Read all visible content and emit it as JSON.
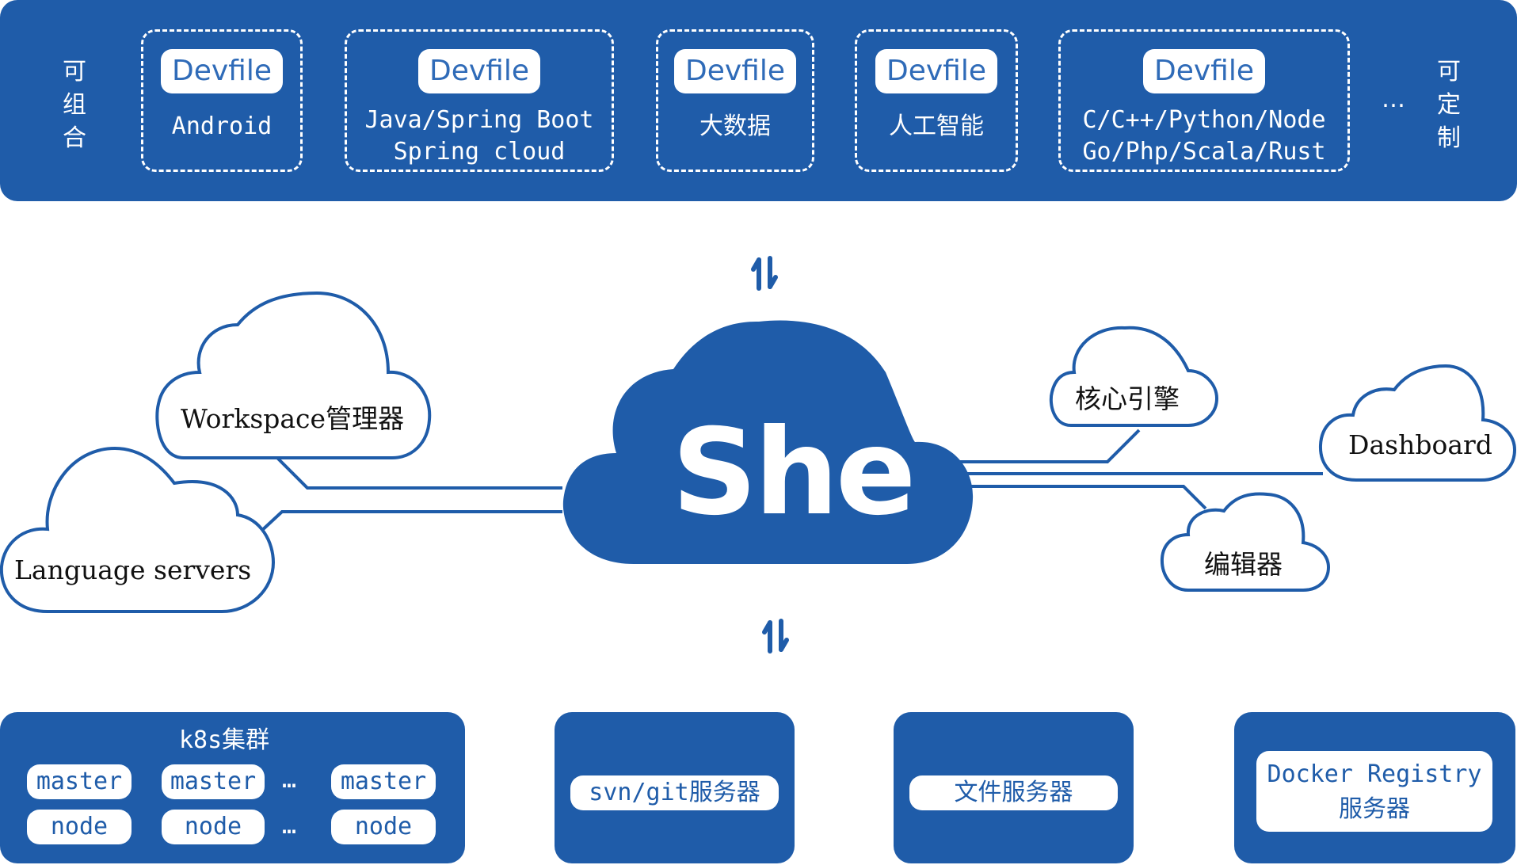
{
  "top": {
    "left_label": "可组合",
    "right_label": "可定制",
    "ellipsis": "…",
    "boxes": [
      {
        "badge": "Devfile",
        "text": "Android"
      },
      {
        "badge": "Devfile",
        "text": "Java/Spring Boot\nSpring cloud"
      },
      {
        "badge": "Devfile",
        "text": "大数据"
      },
      {
        "badge": "Devfile",
        "text": "人工智能"
      },
      {
        "badge": "Devfile",
        "text": "C/C++/Python/Node\nGo/Php/Scala/Rust"
      }
    ]
  },
  "center": {
    "title": "She"
  },
  "clouds": {
    "workspace": "Workspace管理器",
    "language": "Language servers",
    "core": "核心引擎",
    "dashboard": "Dashboard",
    "editor": "编辑器"
  },
  "bottom": {
    "k8s": {
      "title": "k8s集群",
      "master": "master",
      "node": "node",
      "ellipsis": "…"
    },
    "svn": "svn/git服务器",
    "file": "文件服务器",
    "docker_line1": "Docker Registry",
    "docker_line2": "服务器"
  },
  "colors": {
    "primary": "#1f5ca9",
    "cloud_stroke": "#1f5ca9",
    "background": "#ffffff"
  }
}
